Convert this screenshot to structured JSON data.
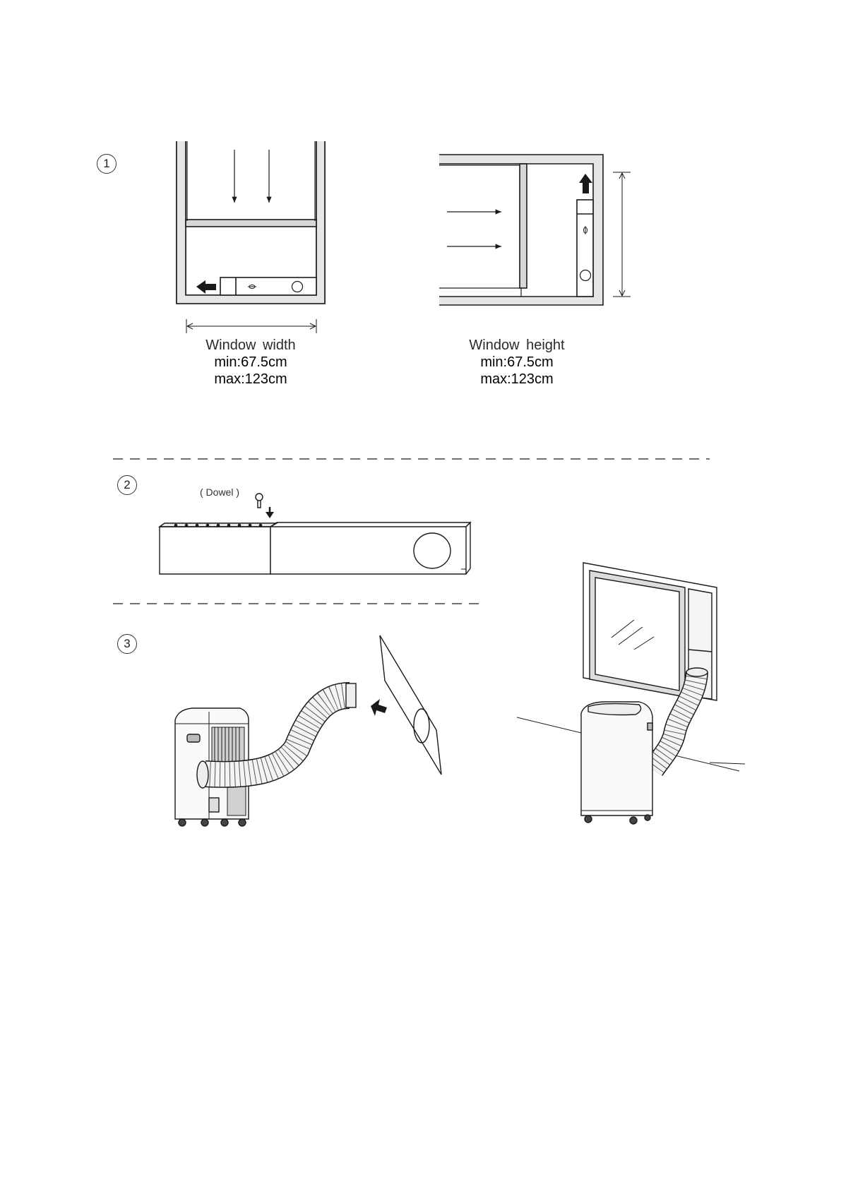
{
  "steps": [
    {
      "number": "1"
    },
    {
      "number": "2"
    },
    {
      "number": "3"
    }
  ],
  "window_width": {
    "caption": "Window  width",
    "min": "min:67.5cm",
    "max": "max:123cm"
  },
  "window_height": {
    "caption": "Window  height",
    "min": "min:67.5cm",
    "max": "max:123cm"
  },
  "dowel_label": "( Dowel )",
  "colors": {
    "line": "#1a1a1a",
    "frame_fill": "#e6e6e6",
    "background": "#ffffff"
  }
}
